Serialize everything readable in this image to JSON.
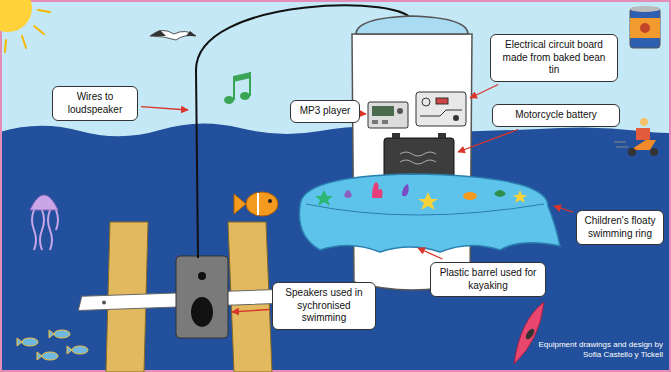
{
  "diagram": {
    "nodes": [
      {
        "text": [
          "Electrical circuit board made from baked bean tin"
        ]
      },
      {
        "text": [
          "Wires to loudspeaker"
        ]
      },
      {
        "text": [
          "MP3 player"
        ]
      },
      {
        "text": [
          "Motorcycle battery"
        ]
      },
      {
        "text": [
          "Children's floaty swimming ring"
        ]
      },
      {
        "text": [
          "Plastic barrel used for kayaking"
        ]
      },
      {
        "text": [
          "Speakers used in sychronised swimming"
        ]
      }
    ],
    "labels": [
      "Equipment drawings and design by Sofia Castello y Tickell"
    ]
  }
}
